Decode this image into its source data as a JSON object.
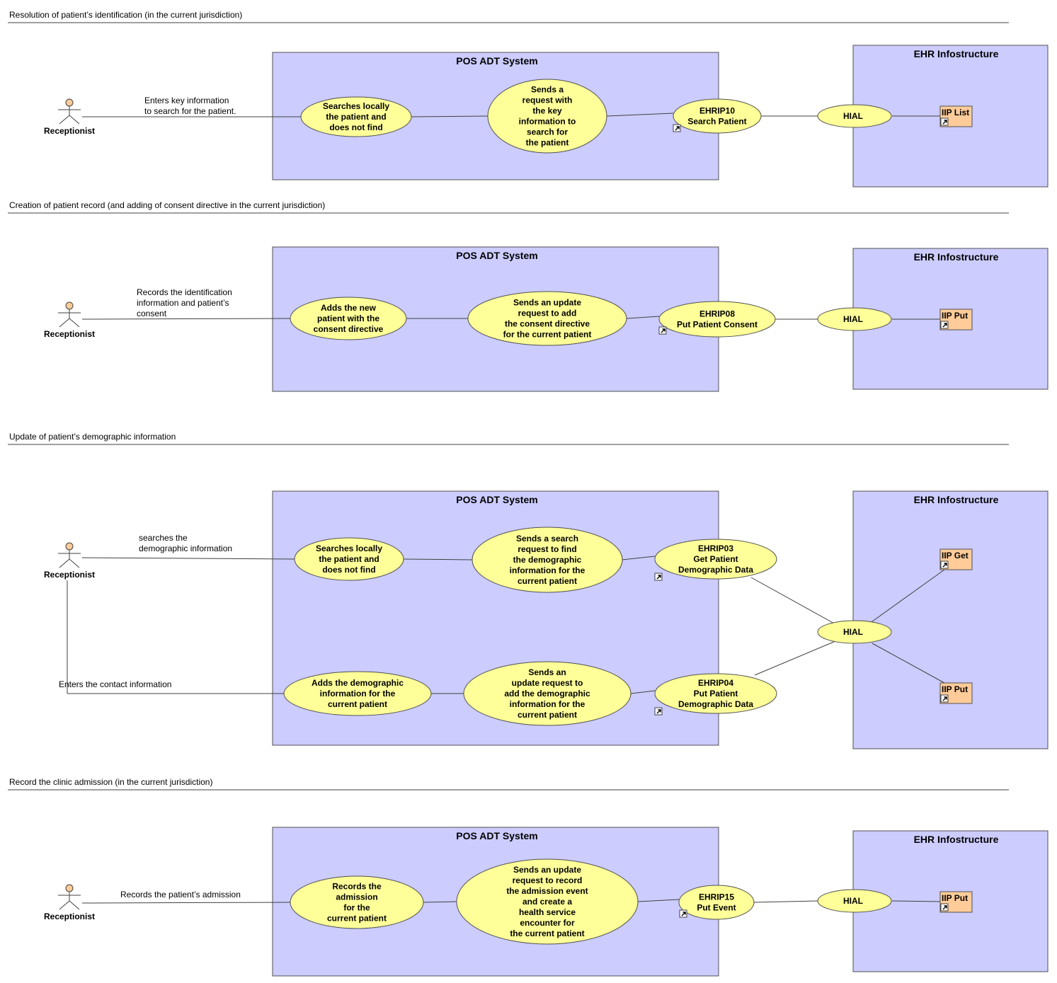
{
  "sections": [
    {
      "title": "Resolution of patient’s identification (in the current jurisdiction)",
      "actor": "Receptionist",
      "pos_title": "POS ADT System",
      "ehr_title": "EHR Infostructure",
      "hial": "HIAL",
      "rows": [
        {
          "actor_label": [
            "Enters key information",
            "to search for the patient."
          ],
          "uc1": [
            "Searches locally",
            "the patient and",
            "does not find"
          ],
          "uc2": [
            "Sends a",
            "request with",
            "the key",
            "information to",
            "search for",
            "the patient"
          ],
          "eip": [
            "EHRIP10",
            "Search Patient"
          ],
          "iip": "IIP List"
        }
      ]
    },
    {
      "title": "Creation of patient record (and adding of consent directive in the current jurisdiction)",
      "actor": "Receptionist",
      "pos_title": "POS ADT System",
      "ehr_title": "EHR Infostructure",
      "hial": "HIAL",
      "rows": [
        {
          "actor_label": [
            "Records the identification",
            "information and patient’s",
            "consent"
          ],
          "uc1": [
            "Adds the new",
            "patient with the",
            "consent directive"
          ],
          "uc2": [
            "Sends an update",
            "request to add",
            "the consent directive",
            "for the current patient"
          ],
          "eip": [
            "EHRIP08",
            "Put Patient Consent"
          ],
          "iip": "IIP Put"
        }
      ]
    },
    {
      "title": "Update of patient’s demographic information",
      "actor": "Receptionist",
      "pos_title": "POS ADT System",
      "ehr_title": "EHR Infostructure",
      "hial": "HIAL",
      "rows": [
        {
          "actor_label": [
            "searches the",
            "demographic information"
          ],
          "uc1": [
            "Searches locally",
            "the patient and",
            "does not find"
          ],
          "uc2": [
            "Sends a search",
            "request to find",
            "the demographic",
            "information for the",
            "current patient"
          ],
          "eip": [
            "EHRIP03",
            "Get Patient",
            "Demographic Data"
          ],
          "iip": "IIP Get"
        },
        {
          "actor_label": [
            "Enters the contact information"
          ],
          "uc1": [
            "Adds the demographic",
            "information for the",
            "current patient"
          ],
          "uc2": [
            "Sends an",
            "update request to",
            "add the demographic",
            "information for the",
            "current patient"
          ],
          "eip": [
            "EHRIP04",
            "Put Patient",
            "Demographic Data"
          ],
          "iip": "IIP Put"
        }
      ]
    },
    {
      "title": "Record the clinic admission (in the current jurisdiction)",
      "actor": "Receptionist",
      "pos_title": "POS ADT System",
      "ehr_title": "EHR Infostructure",
      "hial": "HIAL",
      "rows": [
        {
          "actor_label": [
            "Records the patient’s admission"
          ],
          "uc1": [
            "Records the",
            "admission",
            "for the",
            "current patient"
          ],
          "uc2": [
            "Sends an update",
            "request to record",
            "the admission event",
            "and create a",
            "health service",
            "encounter for",
            "the current patient"
          ],
          "eip": [
            "EHRIP15",
            "Put Event"
          ],
          "iip": "IIP Put"
        }
      ]
    }
  ]
}
